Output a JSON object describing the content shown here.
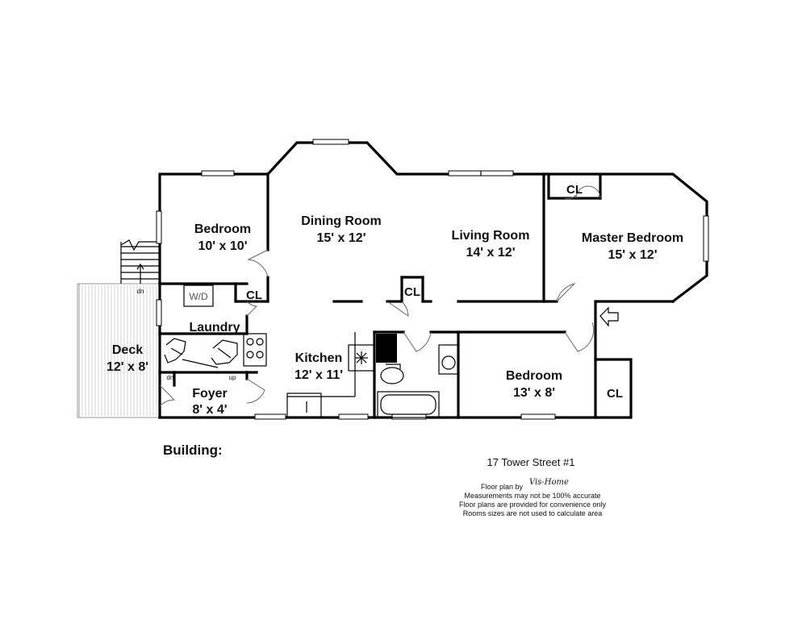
{
  "rooms": {
    "bedroom_small": {
      "name": "Bedroom",
      "size": "10' x 10'"
    },
    "dining": {
      "name": "Dining Room",
      "size": "15' x 12'"
    },
    "living": {
      "name": "Living Room",
      "size": "14' x 12'"
    },
    "master": {
      "name": "Master Bedroom",
      "size": "15' x 12'"
    },
    "laundry": {
      "name": "Laundry"
    },
    "kitchen": {
      "name": "Kitchen",
      "size": "12' x 11'"
    },
    "deck": {
      "name": "Deck",
      "size": "12' x 8'"
    },
    "foyer": {
      "name": "Foyer",
      "size": "8' x 4'"
    },
    "bedroom_rear": {
      "name": "Bedroom",
      "size": "13' x 8'"
    }
  },
  "closets": [
    "CL",
    "CL",
    "CL",
    "CL"
  ],
  "fixtures": {
    "washer_dryer": "W/D"
  },
  "stairs": {
    "down_1": "dn",
    "down_2": "dn",
    "up": "up"
  },
  "building_label": "Building:",
  "address": "17 Tower Street #1",
  "credits": {
    "floor_plan_by": "Floor plan by",
    "brand": "Vis-Home",
    "line1": "Measurements may not be 100% accurate",
    "line2": "Floor plans are provided for convenience only",
    "line3": "Rooms sizes are not used to calculate area"
  },
  "colors": {
    "walls": "#000000",
    "deck": "#999999",
    "background": "#ffffff"
  }
}
